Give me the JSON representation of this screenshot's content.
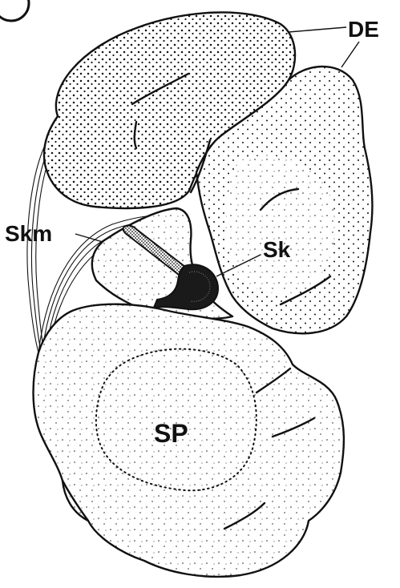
{
  "figure": {
    "panel_marker": "",
    "labels": {
      "de": "DE",
      "skm": "Skm",
      "sk": "Sk",
      "sp": "SP"
    }
  },
  "colors": {
    "ink": "#111111",
    "paper": "#ffffff"
  }
}
